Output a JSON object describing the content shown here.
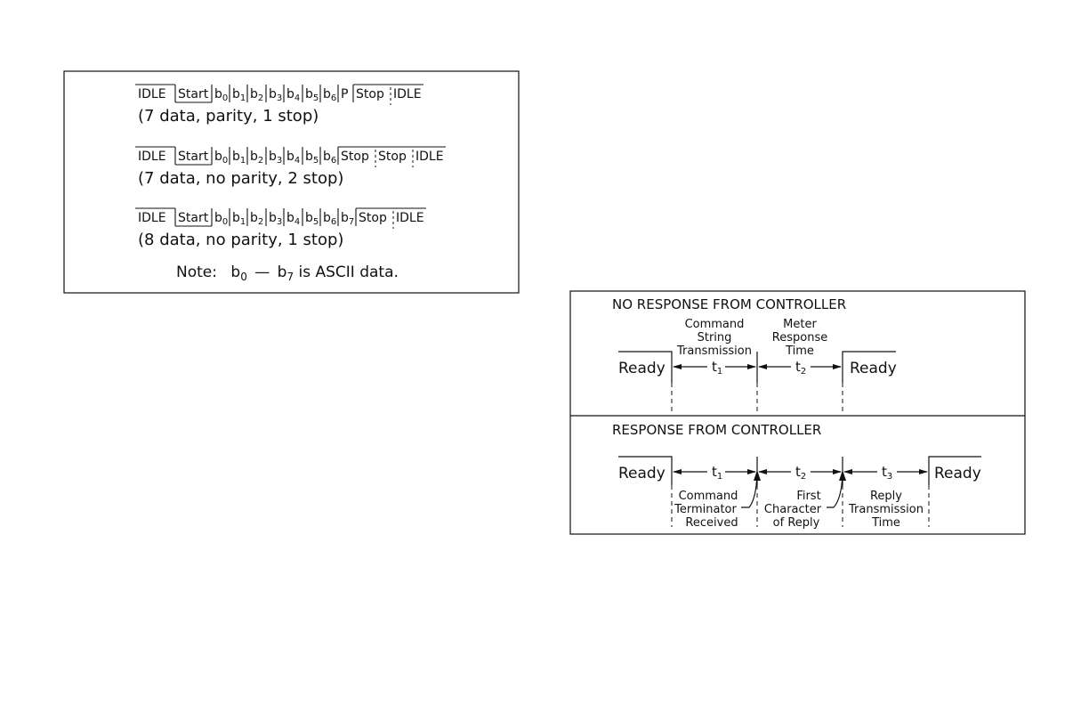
{
  "frames": [
    {
      "cells": [
        {
          "text": "IDLE"
        },
        {
          "text": "Start"
        },
        {
          "base": "b",
          "sub": "0"
        },
        {
          "base": "b",
          "sub": "1"
        },
        {
          "base": "b",
          "sub": "2"
        },
        {
          "base": "b",
          "sub": "3"
        },
        {
          "base": "b",
          "sub": "4"
        },
        {
          "base": "b",
          "sub": "5"
        },
        {
          "base": "b",
          "sub": "6"
        },
        {
          "text": "P"
        },
        {
          "text": "Stop"
        },
        {
          "text": "IDLE"
        }
      ],
      "caption": "(7 data, parity, 1 stop)"
    },
    {
      "cells": [
        {
          "text": "IDLE"
        },
        {
          "text": "Start"
        },
        {
          "base": "b",
          "sub": "0"
        },
        {
          "base": "b",
          "sub": "1"
        },
        {
          "base": "b",
          "sub": "2"
        },
        {
          "base": "b",
          "sub": "3"
        },
        {
          "base": "b",
          "sub": "4"
        },
        {
          "base": "b",
          "sub": "5"
        },
        {
          "base": "b",
          "sub": "6"
        },
        {
          "text": "Stop"
        },
        {
          "text": "Stop"
        },
        {
          "text": "IDLE"
        }
      ],
      "caption": "(7 data, no parity, 2 stop)"
    },
    {
      "cells": [
        {
          "text": "IDLE"
        },
        {
          "text": "Start"
        },
        {
          "base": "b",
          "sub": "0"
        },
        {
          "base": "b",
          "sub": "1"
        },
        {
          "base": "b",
          "sub": "2"
        },
        {
          "base": "b",
          "sub": "3"
        },
        {
          "base": "b",
          "sub": "4"
        },
        {
          "base": "b",
          "sub": "5"
        },
        {
          "base": "b",
          "sub": "6"
        },
        {
          "base": "b",
          "sub": "7"
        },
        {
          "text": "Stop"
        },
        {
          "text": "IDLE"
        }
      ],
      "caption": "(8 data, no parity, 1 stop)"
    }
  ],
  "note": {
    "prefix": "Note:",
    "start_base": "b",
    "start_sub": "0",
    "dash": "—",
    "end_base": "b",
    "end_sub": "7",
    "suffix": "is ASCII data."
  },
  "timing": {
    "no_response": {
      "title": "NO RESPONSE FROM CONTROLLER",
      "ready_left": "Ready",
      "ready_right": "Ready",
      "label1": [
        "Command",
        "String",
        "Transmission"
      ],
      "label2": [
        "Meter",
        "Response",
        "Time"
      ],
      "t1": {
        "base": "t",
        "sub": "1"
      },
      "t2": {
        "base": "t",
        "sub": "2"
      }
    },
    "response": {
      "title": "RESPONSE FROM CONTROLLER",
      "ready_left": "Ready",
      "ready_right": "Ready",
      "t1": {
        "base": "t",
        "sub": "1"
      },
      "t2": {
        "base": "t",
        "sub": "2"
      },
      "t3": {
        "base": "t",
        "sub": "3"
      },
      "label1": [
        "Command",
        "Terminator",
        "Received"
      ],
      "label2": [
        "First",
        "Character",
        "of Reply"
      ],
      "label3": [
        "Reply",
        "Transmission",
        "Time"
      ]
    }
  }
}
